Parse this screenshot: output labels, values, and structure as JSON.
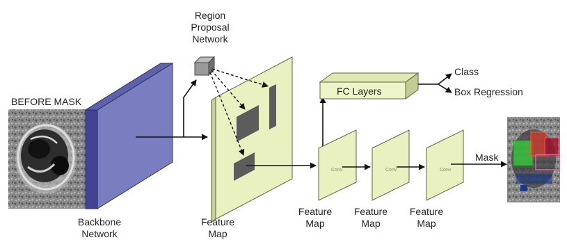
{
  "labels": {
    "before_mask": "BEFORE MASK",
    "backbone": [
      "Backbone",
      "Network"
    ],
    "rpn": [
      "Region",
      "Proposal",
      "Network"
    ],
    "feature_map_main": [
      "Feature",
      "Map"
    ],
    "fc_layers": "FC Layers",
    "class": "Class",
    "box_regression": "Box Regression",
    "conv": "Conv",
    "feature_maps": [
      [
        "Feature",
        "Map"
      ],
      [
        "Feature",
        "Map"
      ],
      [
        "Feature",
        "Map"
      ]
    ],
    "mask": "Mask"
  },
  "colors": {
    "backbone_fill": "#7a7ec0",
    "backbone_dark": "#3f4390",
    "feature_fill": "#e9f1c1",
    "feature_stroke": "#5d6440",
    "roi_fill": "#5c5c5c",
    "rpn_cube": "#9a9a9a",
    "fc_fill": "#eef5c8"
  }
}
